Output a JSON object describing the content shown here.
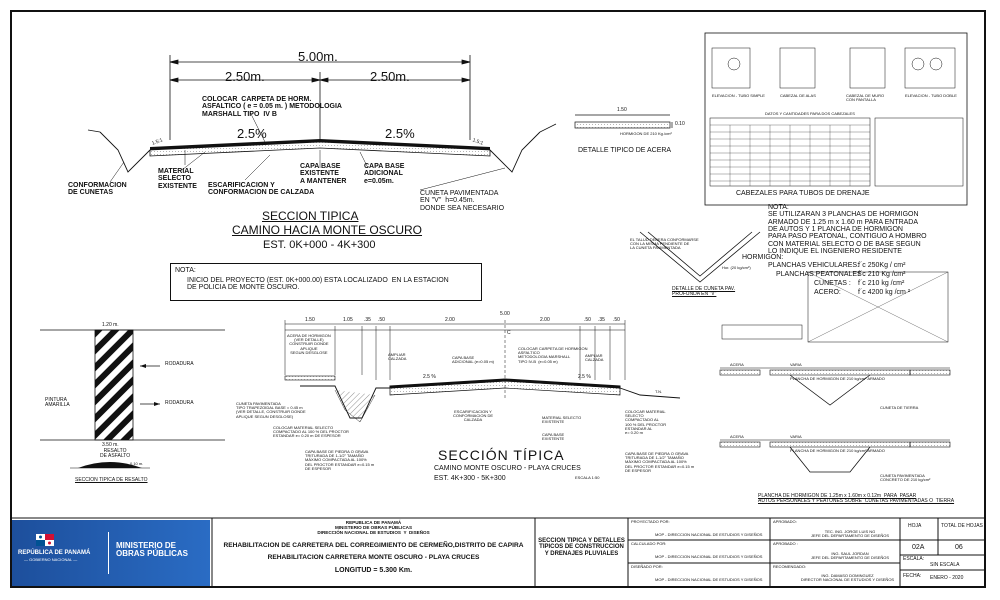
{
  "section1": {
    "width_total": "5.00m.",
    "width_left": "2.50m.",
    "width_right": "2.50m.",
    "slope_left": "2.5%",
    "slope_right": "2.5%",
    "note_carpeta": "COLOCAR  CARPETA DE HORM.\nASFALTICO ( e = 0.05 m. ) METODOLOGIA\nMARSHALL TIPO  IV B",
    "ratio_left": "1.5:1",
    "ratio_right": "1.5:1",
    "lbl_conformacion": "CONFORMACION\nDE CUNETAS",
    "lbl_material": "MATERIAL\nSELECTO\nEXISTENTE",
    "lbl_escarificacion": "ESCARIFICACION Y\nCONFORMACION DE CALZADA",
    "lbl_capa_existente": "CAPA BASE\nEXISTENTE\nA MANTENER",
    "lbl_capa_adicional": "CAPA BASE\nADICIONAL\ne=0.05m.",
    "lbl_cuneta": "CUNETA PAVIMENTADA\nEN \"V\"  h=0.45m.\nDONDE SEA NECESARIO",
    "title1": "SECCION TIPICA",
    "title2": "CAMINO HACIA MONTE OSCURO",
    "title3": "EST. 0K+000 - 4K+300"
  },
  "note_box": {
    "label": "NOTA:",
    "text": "INICIO DEL PROYECTO (EST. 0K+000.00) ESTA LOCALIZADO  EN LA ESTACION\nDE POLICIA DE MONTE OSCURO."
  },
  "acera": {
    "dim": "1.50",
    "dim2": "0.10",
    "lbl": "HORMIGON DE 210 Kg./cm²",
    "title": "DETALLE TIPICO DE ACERA"
  },
  "cuneta_detail": {
    "title": "DETALLE DE CUNETA PAV.\nPROFUNDA EN \"V\"",
    "lbl1": "EL TALUD DEBERA CONFORMARSE\nCON LA MISMA PENDIENTE DE\nLA CUNETA PAVIMENTADA",
    "lbl2": "Hor. (20 kg/cm²)"
  },
  "right_note": {
    "text": "NOTA:\nSE UTILIZARAN 3 PLANCHAS DE HORMIGON\nARMADO DE 1.25 m x 1.60 m PARA ENTRADA\nDE AUTOS Y 1 PLANCHA DE HORMIGON\nPARA PASO PEATONAL, CONTIGUO A HOMBRO\nCON MATERIAL SELECTO O DE BASE SEGUN\nLO INDIQUE EL INGENIERO RESIDENTE",
    "hormigon": "HORMIGON:",
    "rows": [
      {
        "k": "PLANCHAS VEHICULARES:",
        "v": "f´c 250Kg / cm²"
      },
      {
        "k": "PLANCHAS   PEATONALES :",
        "v": "f´c 210 Kg /cm²"
      },
      {
        "k": "CUNETAS :",
        "v": "f´c 210 kg /cm²"
      },
      {
        "k": "ACERO:",
        "v": "f´c 4200 kg /cm ²"
      }
    ]
  },
  "cabezales": {
    "table_title": "DATOS Y CANTIDADES PARA DOS CABEZALES",
    "caption": "CABEZALES   PARA   TUBOS   DE   DRENAJE",
    "cap1": "ELEVACION - TUBO SIMPLE",
    "cap2": "CABEZAL DE ALAS",
    "cap3": "CABEZAL DE MURO\nCON PANTALLA",
    "cap4": "ELEVACION - TUBO DOBLE"
  },
  "resalto": {
    "dim_top": "1.20 m.",
    "lbl_rodadura1": "RODADURA",
    "lbl_rodadura2": "RODADURA",
    "lbl_pintura": "PINTURA\nAMARILLA",
    "dim_bottom": "3.50 m.",
    "lbl_resalto": "RESALTO\nDE ASFALTO",
    "dim_small": "0.10 m.",
    "title": "SECCION TIPICA DE RESALTO"
  },
  "section2": {
    "dims": [
      "1.50",
      "1.05",
      ".35",
      ".50",
      "2.00",
      "2.00",
      ".50",
      ".35",
      ".50"
    ],
    "total": "5.00",
    "cl": "C",
    "lbl_acera": "ACERA DE HORMIGON\n(VER DETALLE)\nCONSTRUIR DONDE\nAPLIQUE\nSEGUN DESGLOSE",
    "lbl_ampliar_l": "AMPLIAR\nCALZADA",
    "lbl_capa_base": "CAPA BASE\nADICIONAL (e=0.05 m)",
    "lbl_carpeta": "COLOCAR CARPETA DE HORMIGON\nASFALTICO\nMETODOLOGIA MARSHALL\nTIPO IV-B  (e=0.05 m)",
    "lbl_ampliar_r": "AMPLIAR\nCALZADA",
    "slope_l": "2.5 %",
    "slope_r": "2.5 %",
    "tn": "T.N.",
    "lbl_cuneta": "CUNETA PAVIMENTADA\nTIPO TRAPEZOIDAL BASE = 0.45 m\n(VER DETALLE, CONSTRUIR DONDE\nAPLIQUE SEGUN DESGLOSE)",
    "lbl_colocar_mat": "COLOCAR MATERIAL SELECTO\nCOMPACTADO AL 100 % DEL PROCTOR\nESTANDAR e= 0.20 m DE ESPESOR",
    "lbl_capa_piedra": "CAPA BASE DE PIEDRA O GRAVA\nTRITURADA DE 1-1/2\" TAMAÑO\nMÁXIMO COMPACTADA AL 100%\nDEL PROCTOR ESTANDAR e=0.15 m\nDE ESPESOR",
    "lbl_escarif": "ESCARIFICACION Y\nCONFORMACION DE\nCALZADA",
    "lbl_mat_exist": "MATERIAL SELECTO\nEXISTENTE",
    "lbl_capa_exist": "CAPA BASE\nEXISTENTE",
    "lbl_colocar_mat_r": "COLOCAR MATERIAL\nSELECTO\nCOMPACTADO AL\n100 % DEL PROCTOR\nESTANDAR AL\ne= 0.20 m",
    "lbl_capa_piedra_r": "CAPA BASE DE PIEDRA O GRAVA\nTRITURADA DE 1-1/2\" TAMAÑO\nMÁXIMO COMPACTADA AL 100%\nDEL PROCTOR ESTANDAR e=0.15 m\nDE ESPESOR",
    "title1": "SECCIÓN TÍPICA",
    "title2": "CAMINO MONTE OSCURO - PLAYA CRUCES",
    "title3": "EST. 4K+300 - 5K+300",
    "escala": "ESCALA 1:50"
  },
  "plancha": {
    "lbl_acera1": "ACERA",
    "lbl_varia1": "VARIA",
    "lbl_plancha1": "PLANCHA DE HORMIGON DE 210 kg/cm² ARMADO",
    "lbl_cuneta_tierra": "CUNETA DE TIERRA",
    "lbl_acera2": "ACERA",
    "lbl_varia2": "VARIA",
    "lbl_plancha2": "PLANCHA DE HORMIGON DE 210 kg/cm² ARMADO",
    "lbl_cuneta_pav": "CUNETA PAVIMENTADA\nCONCRETO DE 210 kg/cm²",
    "caption": "PLANCHA DE HORMIGON DE 1.25m x 1.60m x 0.12m  PARA  PASAR\nAUTOS PERSONALES Y PEATONES SOBRE  CUNETAS PAVIMENTADAS O  TIERRA"
  },
  "title_block": {
    "republica": "REPÚBLICA DE PANAMÁ",
    "gobierno": "— GOBIERNO NACIONAL —",
    "ministerio": "MINISTERIO DE\nOBRAS PÚBLICAS",
    "header": "REPUBLICA DE PANAMÁ\nMINISTERIO DE OBRAS PÚBLICAS\nDIRECCIÓN NACIONAL DE ESTUDIOS  Y  DISEÑOS",
    "project1": "REHABILITACION DE  CARRETERA DEL CORREGIMIENTO DE CERMEÑO,DISTRITO DE CAPIRA",
    "project2": "REHABILITACION CARRETERA MONTE OSCURO - PLAYA CRUCES",
    "longitud": "LONGITUD = 5.300 Km.",
    "sheet_title": "SECCION TIPICA Y DETALLES\nTIPICOS DE CONSTRUCCION\nY DRENAJES PLUVIALES",
    "proyectado": "PROYECTADO POR:",
    "proyectado_v": "MOP - DIRECCION NACIONAL DE ESTUDIOS Y DISEÑOS",
    "calculado": "CALCULADO POR:",
    "calculado_v": "MOP - DIRECCION NACIONAL DE ESTUDIOS Y DISEÑOS",
    "disenado": "DISEÑADO POR:",
    "disenado_v": "MOP - DIRECCION NACIONAL DE ESTUDIOS Y DISEÑOS",
    "aprobado1": "APROBADO:",
    "aprobado1_v": "TEC. ING. JORGE LUIS NG\nJEFE DEL DEPARTAMENTO DE DISEÑOS",
    "aprobado2": "APROBADO :",
    "aprobado2_v": "ING. SAUL JORDAN\nJEFE DEL DEPARTAMENTO DE DISEÑOS",
    "recomendado": "RECOMENDADO:",
    "recomendado_v": "ING. DAMASO DOMINGUEZ\nDIRECTOR NACIONAL DE ESTUDIOS Y DISEÑOS",
    "hoja": "HOJA",
    "hoja_v": "02A",
    "total": "TOTAL DE HOJAS",
    "total_v": "06",
    "escala": "ESCALA:",
    "escala_v": "SIN ESCALA",
    "fecha": "FECHA:",
    "fecha_v": "ENERO - 2020"
  }
}
